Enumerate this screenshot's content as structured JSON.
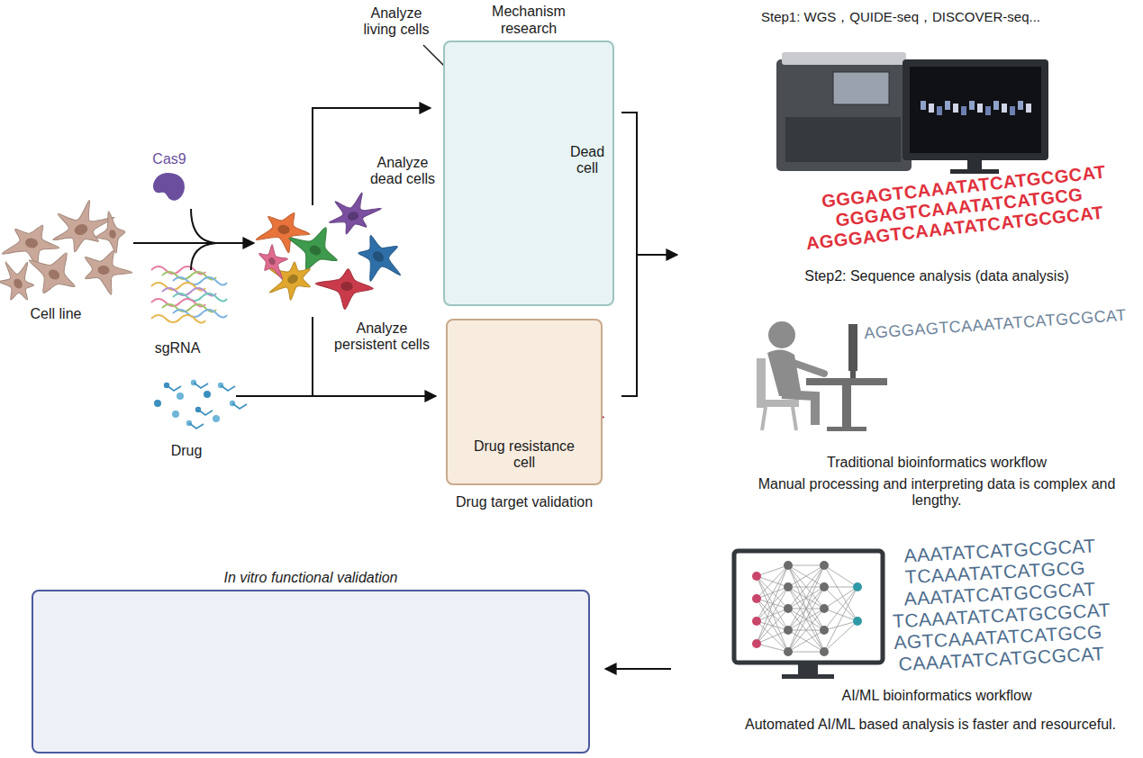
{
  "diagram": {
    "nodes": [
      {
        "text": [
          "Mechanism research"
        ]
      },
      {
        "text": [
          "Drug target validation"
        ]
      },
      {
        "text": [
          "In vitro functional validation"
        ]
      }
    ],
    "labels": [
      "Cas9",
      "sgRNA",
      "Cell line",
      "Drug",
      "Analyze living cells",
      "Dead cell",
      "Analyze dead cells",
      "Analyze persistent cells",
      "Drug resistance cell",
      "Step1: WGS，QUIDE-seq，DISCOVER-seq...",
      "GGGAGTCAAATATCATGCGCAT",
      "GGGAGTCAAATATCATGCG",
      "AGGGAGTCAAATATCATGCGCAT",
      "Step2: Sequence analysis (data analysis)",
      "AGGGAGTCAAATATCATGCGCAT",
      "Traditional bioinformatics workflow",
      "Manual processing and interpreting data is complex and lengthy.",
      "AAATATCATGCGCAT",
      "TCAAATATCATGCG",
      "AAATATCATGCGCAT",
      "TCAAATATCATGCGCAT",
      "AGTCAAATATCATGCG",
      "CAAATATCATGCGCAT",
      "AI/ML bioinformatics workflow",
      "Automated AI/ML based analysis is faster and resourceful."
    ]
  }
}
